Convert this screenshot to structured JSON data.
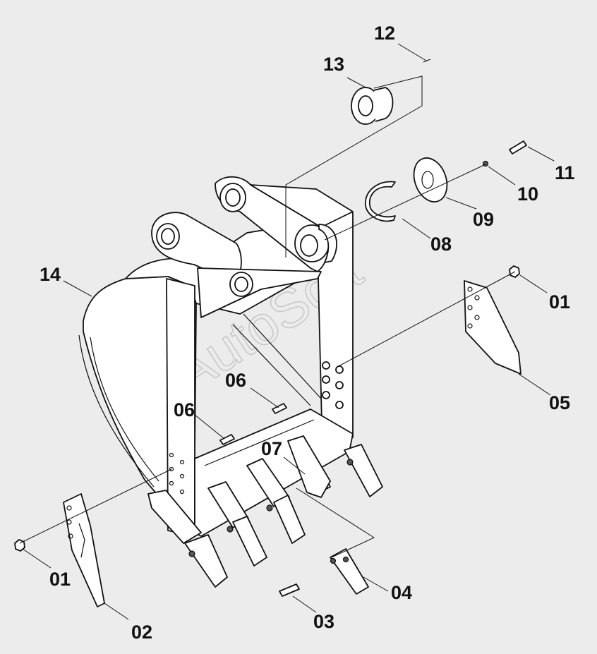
{
  "diagram": {
    "watermark": "AutoSoft",
    "callouts": {
      "c01a": "01",
      "c01b": "01",
      "c02": "02",
      "c03": "03",
      "c04": "04",
      "c05": "05",
      "c06a": "06",
      "c06b": "06",
      "c07": "07",
      "c08": "08",
      "c09": "09",
      "c10": "10",
      "c11": "11",
      "c12": "12",
      "c13": "13",
      "c14": "14"
    }
  }
}
